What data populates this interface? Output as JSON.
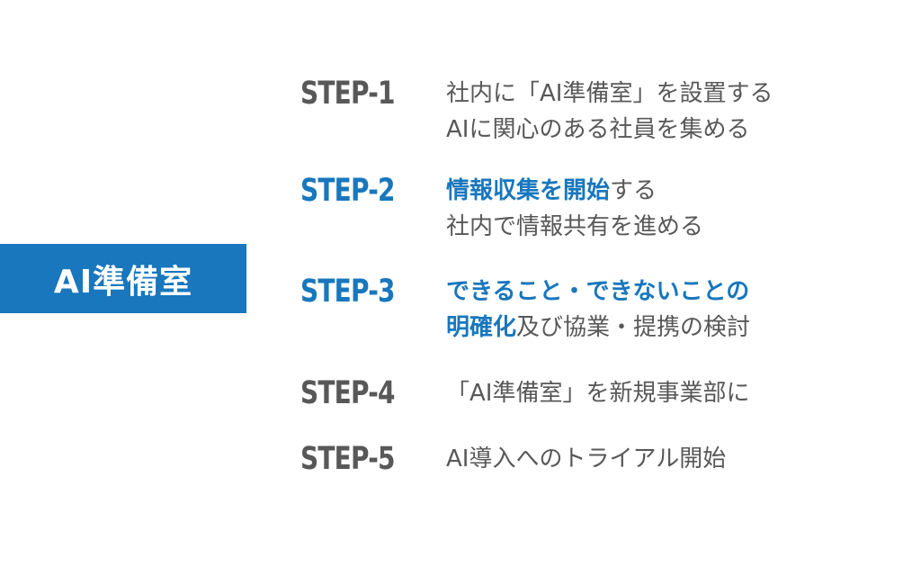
{
  "banner": {
    "label": "AI準備室"
  },
  "colors": {
    "accent": "#1877bd",
    "text": "#585858",
    "background": "#ffffff"
  },
  "steps": [
    {
      "label": "STEP-1",
      "line1_parts": [
        "社内に「AI準備室」を設置する"
      ],
      "line2": "AIに関心のある社員を集める"
    },
    {
      "label": "STEP-2",
      "line1_highlight": "情報収集を開始",
      "line1_rest": "する",
      "line2": "社内で情報共有を進める"
    },
    {
      "label": "STEP-3",
      "line1_highlight": "できること・できないことの",
      "line2_highlight": "明確化",
      "line2_rest": "及び協業・提携の検討"
    },
    {
      "label": "STEP-4",
      "line1": "「AI準備室」を新規事業部に"
    },
    {
      "label": "STEP-5",
      "line1": "AI導入へのトライアル開始"
    }
  ]
}
